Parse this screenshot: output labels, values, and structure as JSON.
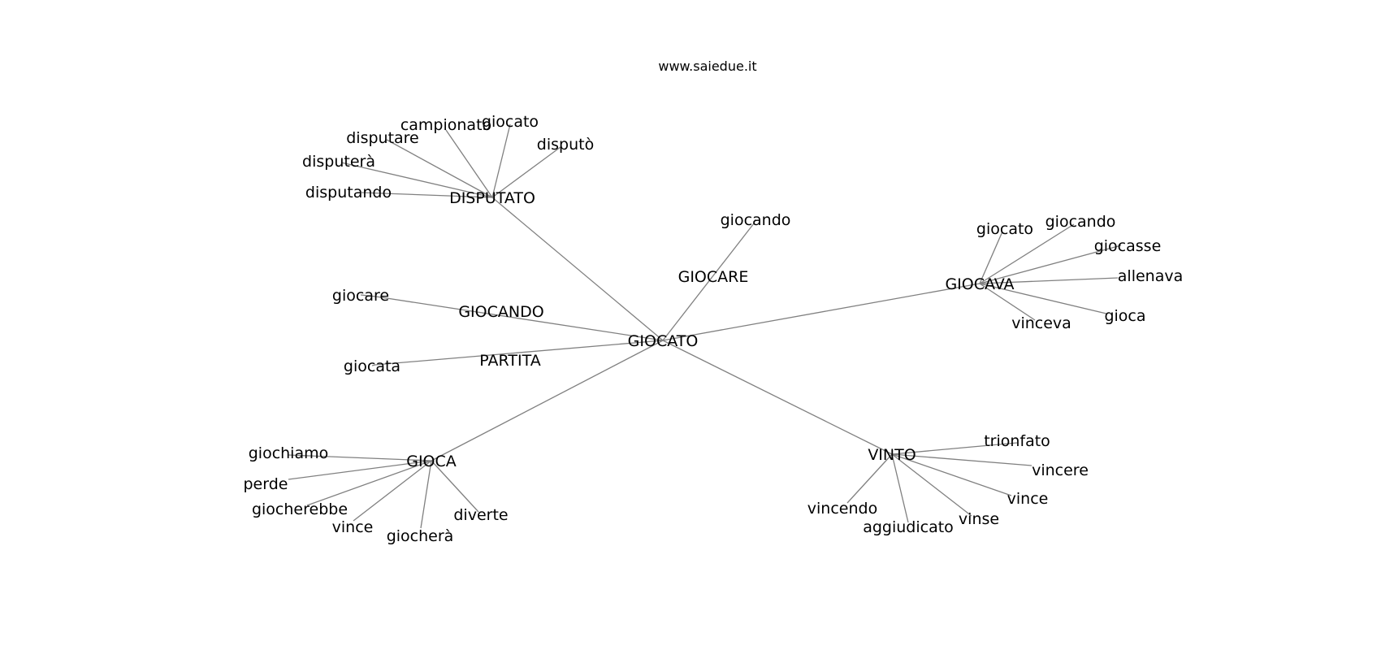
{
  "watermark": "www.saiedue.it",
  "graph": {
    "center": "GIOCATO",
    "groups": [
      {
        "id": "DISPUTATO",
        "label": "DISPUTATO",
        "children": [
          "disputando",
          "disputerà",
          "disputare",
          "campionato",
          "giocato",
          "disputò"
        ]
      },
      {
        "id": "GIOCARE",
        "label": "GIOCARE",
        "children": [
          "giocando"
        ]
      },
      {
        "id": "GIOCANDO",
        "label": "GIOCANDO",
        "children": [
          "giocare"
        ]
      },
      {
        "id": "PARTITA",
        "label": "PARTITA",
        "children": [
          "giocata"
        ]
      },
      {
        "id": "GIOCA",
        "label": "GIOCA",
        "children": [
          "giochiamo",
          "perde",
          "giocherebbe",
          "vince",
          "giocherà",
          "diverte"
        ]
      },
      {
        "id": "VINTO",
        "label": "VINTO",
        "children": [
          "trionfato",
          "vincere",
          "vince",
          "vinse",
          "aggiudicato",
          "vincendo"
        ]
      },
      {
        "id": "GIOCAVA",
        "label": "GIOCAVA",
        "children": [
          "giocato",
          "giocando",
          "giocasse",
          "allenava",
          "gioca",
          "vinceva"
        ]
      }
    ]
  }
}
